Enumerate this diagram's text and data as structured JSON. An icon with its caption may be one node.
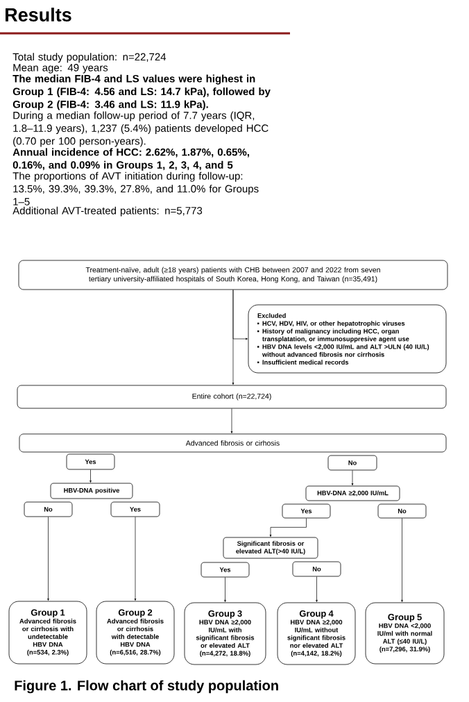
{
  "diagram": {
    "title": "Results",
    "caption": "Figure 1. Flow chart of study population",
    "nodes": [
      {
        "text": [
          "Treatment-naïve, adult (≥18 years) patients with CHB between 2007 and 2022 from seven tertiary university-affiliated hospitals of South Korea, Hong Kong, and Taiwan (n=35,491)"
        ]
      },
      {
        "text": [
          "Excluded",
          "HCV, HDV, HIV, or other hepatotrophic viruses",
          "History of malignancy including HCC, organ transplatation, or immunosuppresive agent use",
          "HBV DNA levels <2,000 IU/mL and ALT >ULN (40 IU/L) without advanced fibrosis nor cirrhosis",
          "Insufficient medical records"
        ]
      },
      {
        "text": [
          "Entire cohort (n=22,724)"
        ]
      },
      {
        "text": [
          "Advanced fibrosis or cirhosis"
        ]
      },
      {
        "text": [
          "Yes"
        ]
      },
      {
        "text": [
          "No"
        ]
      },
      {
        "text": [
          "HBV-DNA positive"
        ]
      },
      {
        "text": [
          "HBV-DNA ≥2,000 IU/mL"
        ]
      },
      {
        "text": [
          "No"
        ]
      },
      {
        "text": [
          "Yes"
        ]
      },
      {
        "text": [
          "Yes"
        ]
      },
      {
        "text": [
          "No"
        ]
      },
      {
        "text": [
          "Significant fibrosis or elevated ALT(>40 IU/L)"
        ]
      },
      {
        "text": [
          "Yes"
        ]
      },
      {
        "text": [
          "No"
        ]
      },
      {
        "text": [
          "Group 1",
          "Advanced fibrosis or cirrhosis with undetectable HBV DNA",
          "(n=534, 2.3%)"
        ]
      },
      {
        "text": [
          "Group 2",
          "Advanced fibrosis or cirrhosis with detectable HBV DNA",
          "(n=6,516, 28.7%)"
        ]
      },
      {
        "text": [
          "Group 3",
          "HBV DNA ≥2,000 IU/mL with significant fibrosis or elevated ALT",
          "(n=4,272, 18.8%)"
        ]
      },
      {
        "text": [
          "Group 4",
          "HBV DNA ≥2,000 IU/mL without significant fibrosis nor elevated ALT",
          "(n=4,142, 18.2%)"
        ]
      },
      {
        "text": [
          "Group 5",
          "HBV DNA <2,000 IU/ml with normal ALT (≤40 IU/L)",
          "(n=7,296, 31.9%)"
        ]
      }
    ],
    "edges": [
      {
        "from": 0,
        "to": 2,
        "arrow": "to"
      },
      {
        "from": 0,
        "to": 1,
        "arrow": "to"
      },
      {
        "from": 2,
        "to": 3,
        "arrow": "to"
      },
      {
        "from": 4,
        "to": 6,
        "arrow": "to"
      },
      {
        "from": 5,
        "to": 7,
        "arrow": "to"
      },
      {
        "from": 10,
        "to": 12,
        "arrow": "to"
      },
      {
        "from": 8,
        "to": 15,
        "arrow": "to"
      },
      {
        "from": 9,
        "to": 16,
        "arrow": "to"
      },
      {
        "from": 13,
        "to": 17,
        "arrow": "to"
      },
      {
        "from": 14,
        "to": 18,
        "arrow": "to"
      },
      {
        "from": 11,
        "to": 19,
        "arrow": "to"
      }
    ],
    "labels": [
      "Total study population: n=22,724",
      "Mean age: 49 years",
      "The median FIB-4 and LS values were highest in Group 1 (FIB-4: 4.56 and LS: 14.7 kPa), followed by Group 2 (FIB-4: 3.46 and LS: 11.9 kPa).",
      "During a median follow-up period of 7.7 years (IQR, 1.8–11.9 years), 1,237 (5.4%) patients developed HCC (0.70 per 100 person-years).",
      "Annual incidence of HCC: 2.62%, 1.87%, 0.65%, 0.16%, and 0.09% in Groups 1, 2, 3, 4, and 5",
      "The proportions of AVT initiation during follow-up: 13.5%, 39.3%, 39.3%, 27.8%, and 11.0% for Groups 1–5",
      "Additional AVT-treated patients: n=5,773"
    ]
  }
}
